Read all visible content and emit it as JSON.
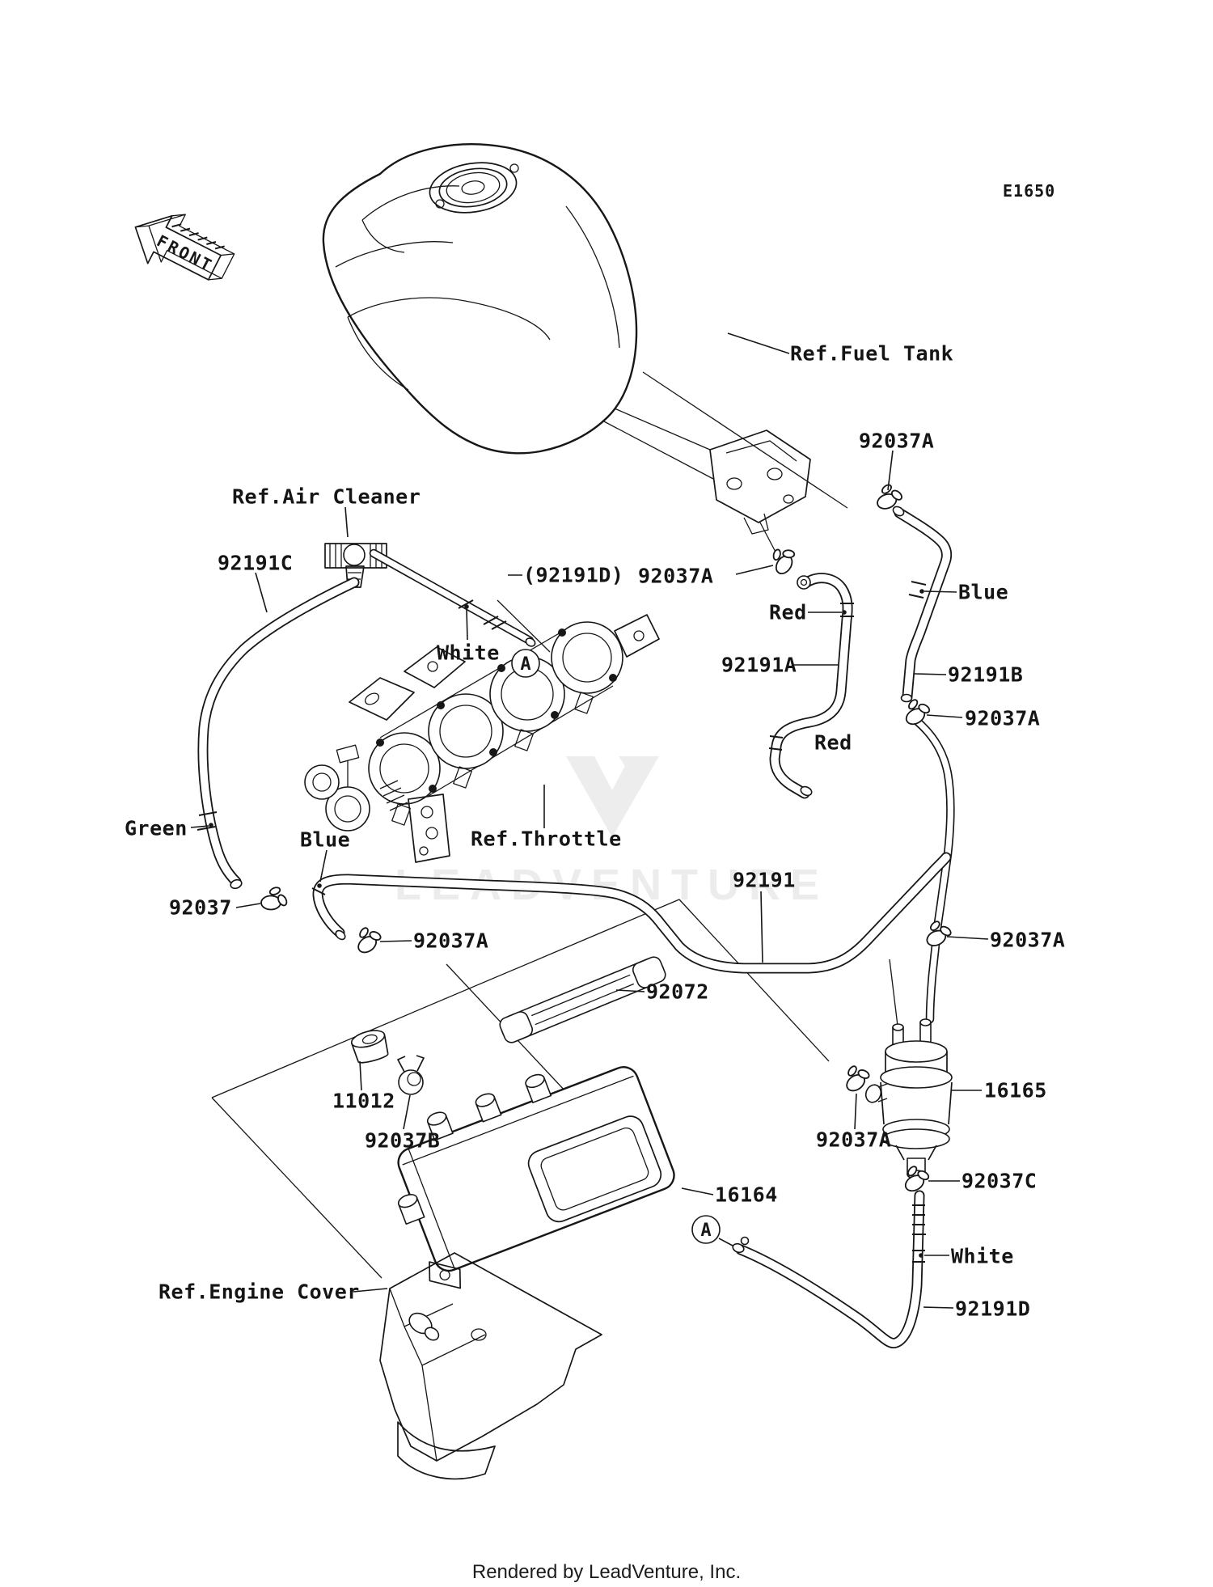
{
  "diagram": {
    "code": "E1650",
    "front_marker": "FRONT",
    "watermark_text": "LEADVENTURE",
    "footer_credit": "Rendered by LeadVenture, Inc.",
    "detail_callout": "A"
  },
  "reference_labels": {
    "fuel_tank": "Ref.Fuel Tank",
    "air_cleaner": "Ref.Air Cleaner",
    "throttle": "Ref.Throttle",
    "engine_cover": "Ref.Engine Cover"
  },
  "part_labels": {
    "hose_92191": "92191",
    "hose_92191a": "92191A",
    "hose_92191b": "92191B",
    "hose_92191c": "92191C",
    "hose_92191d": "92191D",
    "hose_92191d_ref": "(92191D)",
    "clamp_92037": "92037",
    "clamp_92037a": "92037A",
    "clamp_92037b": "92037B",
    "clamp_92037c": "92037C",
    "band_92072": "92072",
    "damper_11012": "11012",
    "canister_16164": "16164",
    "separator_16165": "16165"
  },
  "hose_color_marks": {
    "white": "White",
    "blue": "Blue",
    "red": "Red",
    "green": "Green"
  }
}
